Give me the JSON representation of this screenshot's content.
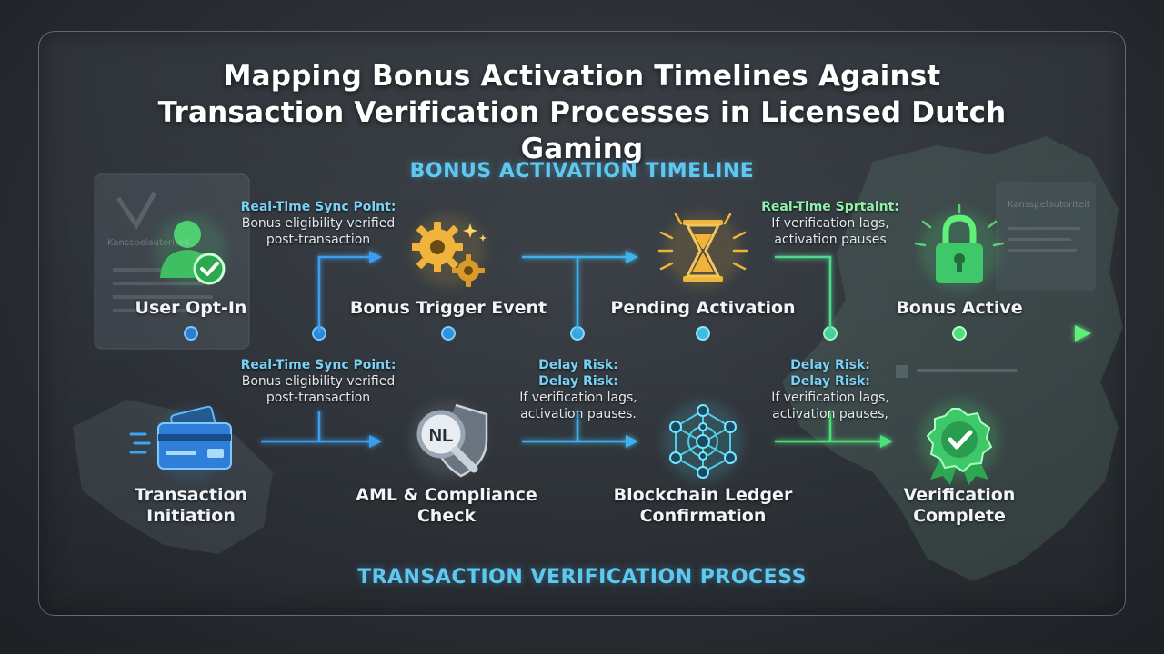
{
  "title": "Mapping Bonus Activation Timelines Against Transaction Verification Processes in Licensed Dutch Gaming",
  "sections": {
    "bonus": "BONUS ACTIVATION TIMELINE",
    "verification": "TRANSACTION VERIFICATION PROCESS"
  },
  "bonus_stages": [
    {
      "label": "User Opt-In",
      "icon": "user-check-icon"
    },
    {
      "label": "Bonus Trigger Event",
      "icon": "gears-icon"
    },
    {
      "label": "Pending Activation",
      "icon": "hourglass-icon"
    },
    {
      "label": "Bonus Active",
      "icon": "padlock-icon"
    }
  ],
  "verification_stages": [
    {
      "label_line1": "Transaction",
      "label_line2": "Initiation",
      "icon": "credit-card-icon"
    },
    {
      "label_line1": "AML & Compliance",
      "label_line2": "Check",
      "icon": "nl-shield-magnifier-icon",
      "badge": "NL"
    },
    {
      "label_line1": "Blockchain Ledger",
      "label_line2": "Confirmation",
      "icon": "network-nodes-icon"
    },
    {
      "label_line1": "Verification",
      "label_line2": "Complete",
      "icon": "check-rosette-icon"
    }
  ],
  "notes": {
    "top_left": {
      "heading": "Real-Time Sync Point:",
      "line1": "Bonus eligibility verified",
      "line2": "post-transaction"
    },
    "top_right": {
      "heading": "Real-Time Sprtaint:",
      "line1": "If verification lags,",
      "line2": "activation pauses"
    },
    "bottom_left": {
      "heading": "Real-Time Sync Point:",
      "line1": "Bonus eligibility verified",
      "line2": "post-transaction"
    },
    "bottom_mid": {
      "heading1": "Delay Risk:",
      "heading2": "Delay Risk:",
      "line1": "If verification lags,",
      "line2": "activation pauses."
    },
    "bottom_right": {
      "heading1": "Delay Risk:",
      "heading2": "Delay Risk:",
      "line1": "If verification lags,",
      "line2": "activation pauses,"
    }
  },
  "background_text": {
    "doc_left": "Kansspelautoriteit",
    "doc_right": "Kansspelautoriteit"
  },
  "colors": {
    "blue": "#3aa6f0",
    "cyan": "#49d0e8",
    "green": "#4ee07a",
    "gold": "#f0b43a",
    "title": "#ffffff"
  }
}
